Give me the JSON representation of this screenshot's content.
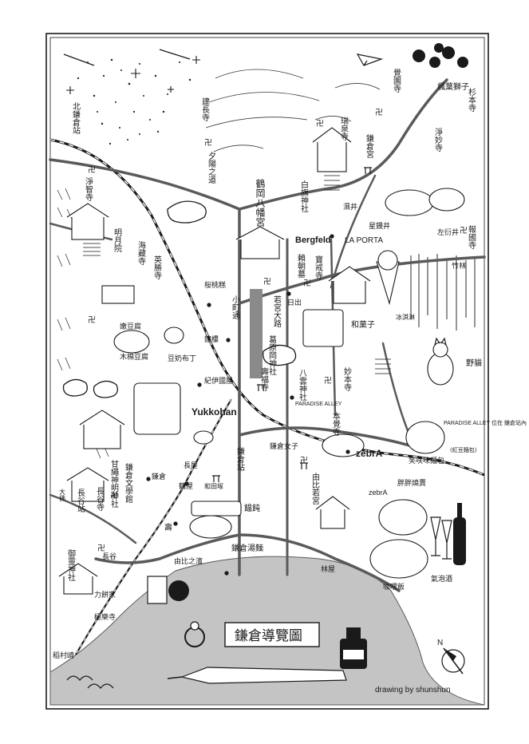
{
  "map": {
    "title": "鎌倉導覽圖",
    "credit": "drawing by shunshun",
    "compass": "N",
    "labels_horizontal": {
      "bergfeld": "Bergfeld",
      "la_porta": "LA PORTA",
      "yukkohan": "Yukkohan",
      "zebra": "zebrA",
      "paradise_alley": "PARADISE ALLEY",
      "zebra_sign": "zebrA",
      "fuuyou_momiji": "楓葉獅子",
      "sakazai": "左衍井",
      "seiryu": "星鏝井",
      "nishiki": "鎌倉女子",
      "kinoshita": "木棉豆腐",
      "tofu": "嫩豆腐",
      "tofu_pudding": "豆奶布丁",
      "kimono": "紀伊國屋",
      "tsuruoka": "鶴屋",
      "itadaki": "鎌倉",
      "ryuko": "力餅家",
      "gokuraku": "極樂寺",
      "inamuragasaki": "稻村崎",
      "hase": "長谷",
      "yuigahama": "由比之濱",
      "wadatsuka": "和田塚",
      "nagaya": "長屋",
      "kotobuki": "壽",
      "udon": "饂飩",
      "hinode": "日出",
      "sakurasakura": "桜桃糕",
      "shikke": "濕井",
      "hayashiya": "林屋",
      "chinese_noodle": "鎌倉湯麵",
      "beer": "氣泡酒",
      "curry": "咖哩飯",
      "pancake": "胖胖燒賣",
      "nokenoka": "野貓",
      "paradise_alley_desc": "PARADISE ALLEY 位在 鎌倉站內",
      "paradise_alley_sub": "(紅豆麵包)",
      "ice_cream": "冰淇淋",
      "takeyama": "竹林",
      "shinsuke": "鐘樓",
      "sweets": "和菓子",
      "salt": "笑咲咪麵包"
    },
    "labels_vertical": {
      "kita_kamakura": "北鎌倉站",
      "jochiji": "淨智寺",
      "meigetsuin": "明月院",
      "kenchoji": "建長寺",
      "tsurugaoka": "鶴岡八幡宮",
      "hokokuji": "報國寺",
      "jomyoji": "淨妙寺",
      "kamakuragu": "鎌倉宮",
      "zuisenji": "瑞泉寺",
      "kakuonji": "覺園寺",
      "hokaiji": "寶戒寺",
      "myohonji": "妙本寺",
      "yuigahama_st": "由比若宮",
      "kotokuin": "長谷寺",
      "hase_st": "長谷站",
      "goryo": "御靈神社",
      "yakumo": "八雲神社",
      "komachi": "小町通",
      "kamakura_st": "鎌倉站",
      "wakamiya": "若宮大路",
      "yuhi": "夕陽之道",
      "kaizoji": "海藏寺",
      "eishoji": "英勝寺",
      "jufukuji": "壽福寺",
      "kuzuharaoka": "葛原岡神社",
      "sugimoto": "杉本寺",
      "shirahata": "白旗神社",
      "hongakuji": "本覺寺",
      "kamakura_museum": "鎌倉文學館",
      "amanawa": "甘繩神明神社",
      "kaikoan": "大佛",
      "yoritomo": "賴朝墓"
    }
  }
}
